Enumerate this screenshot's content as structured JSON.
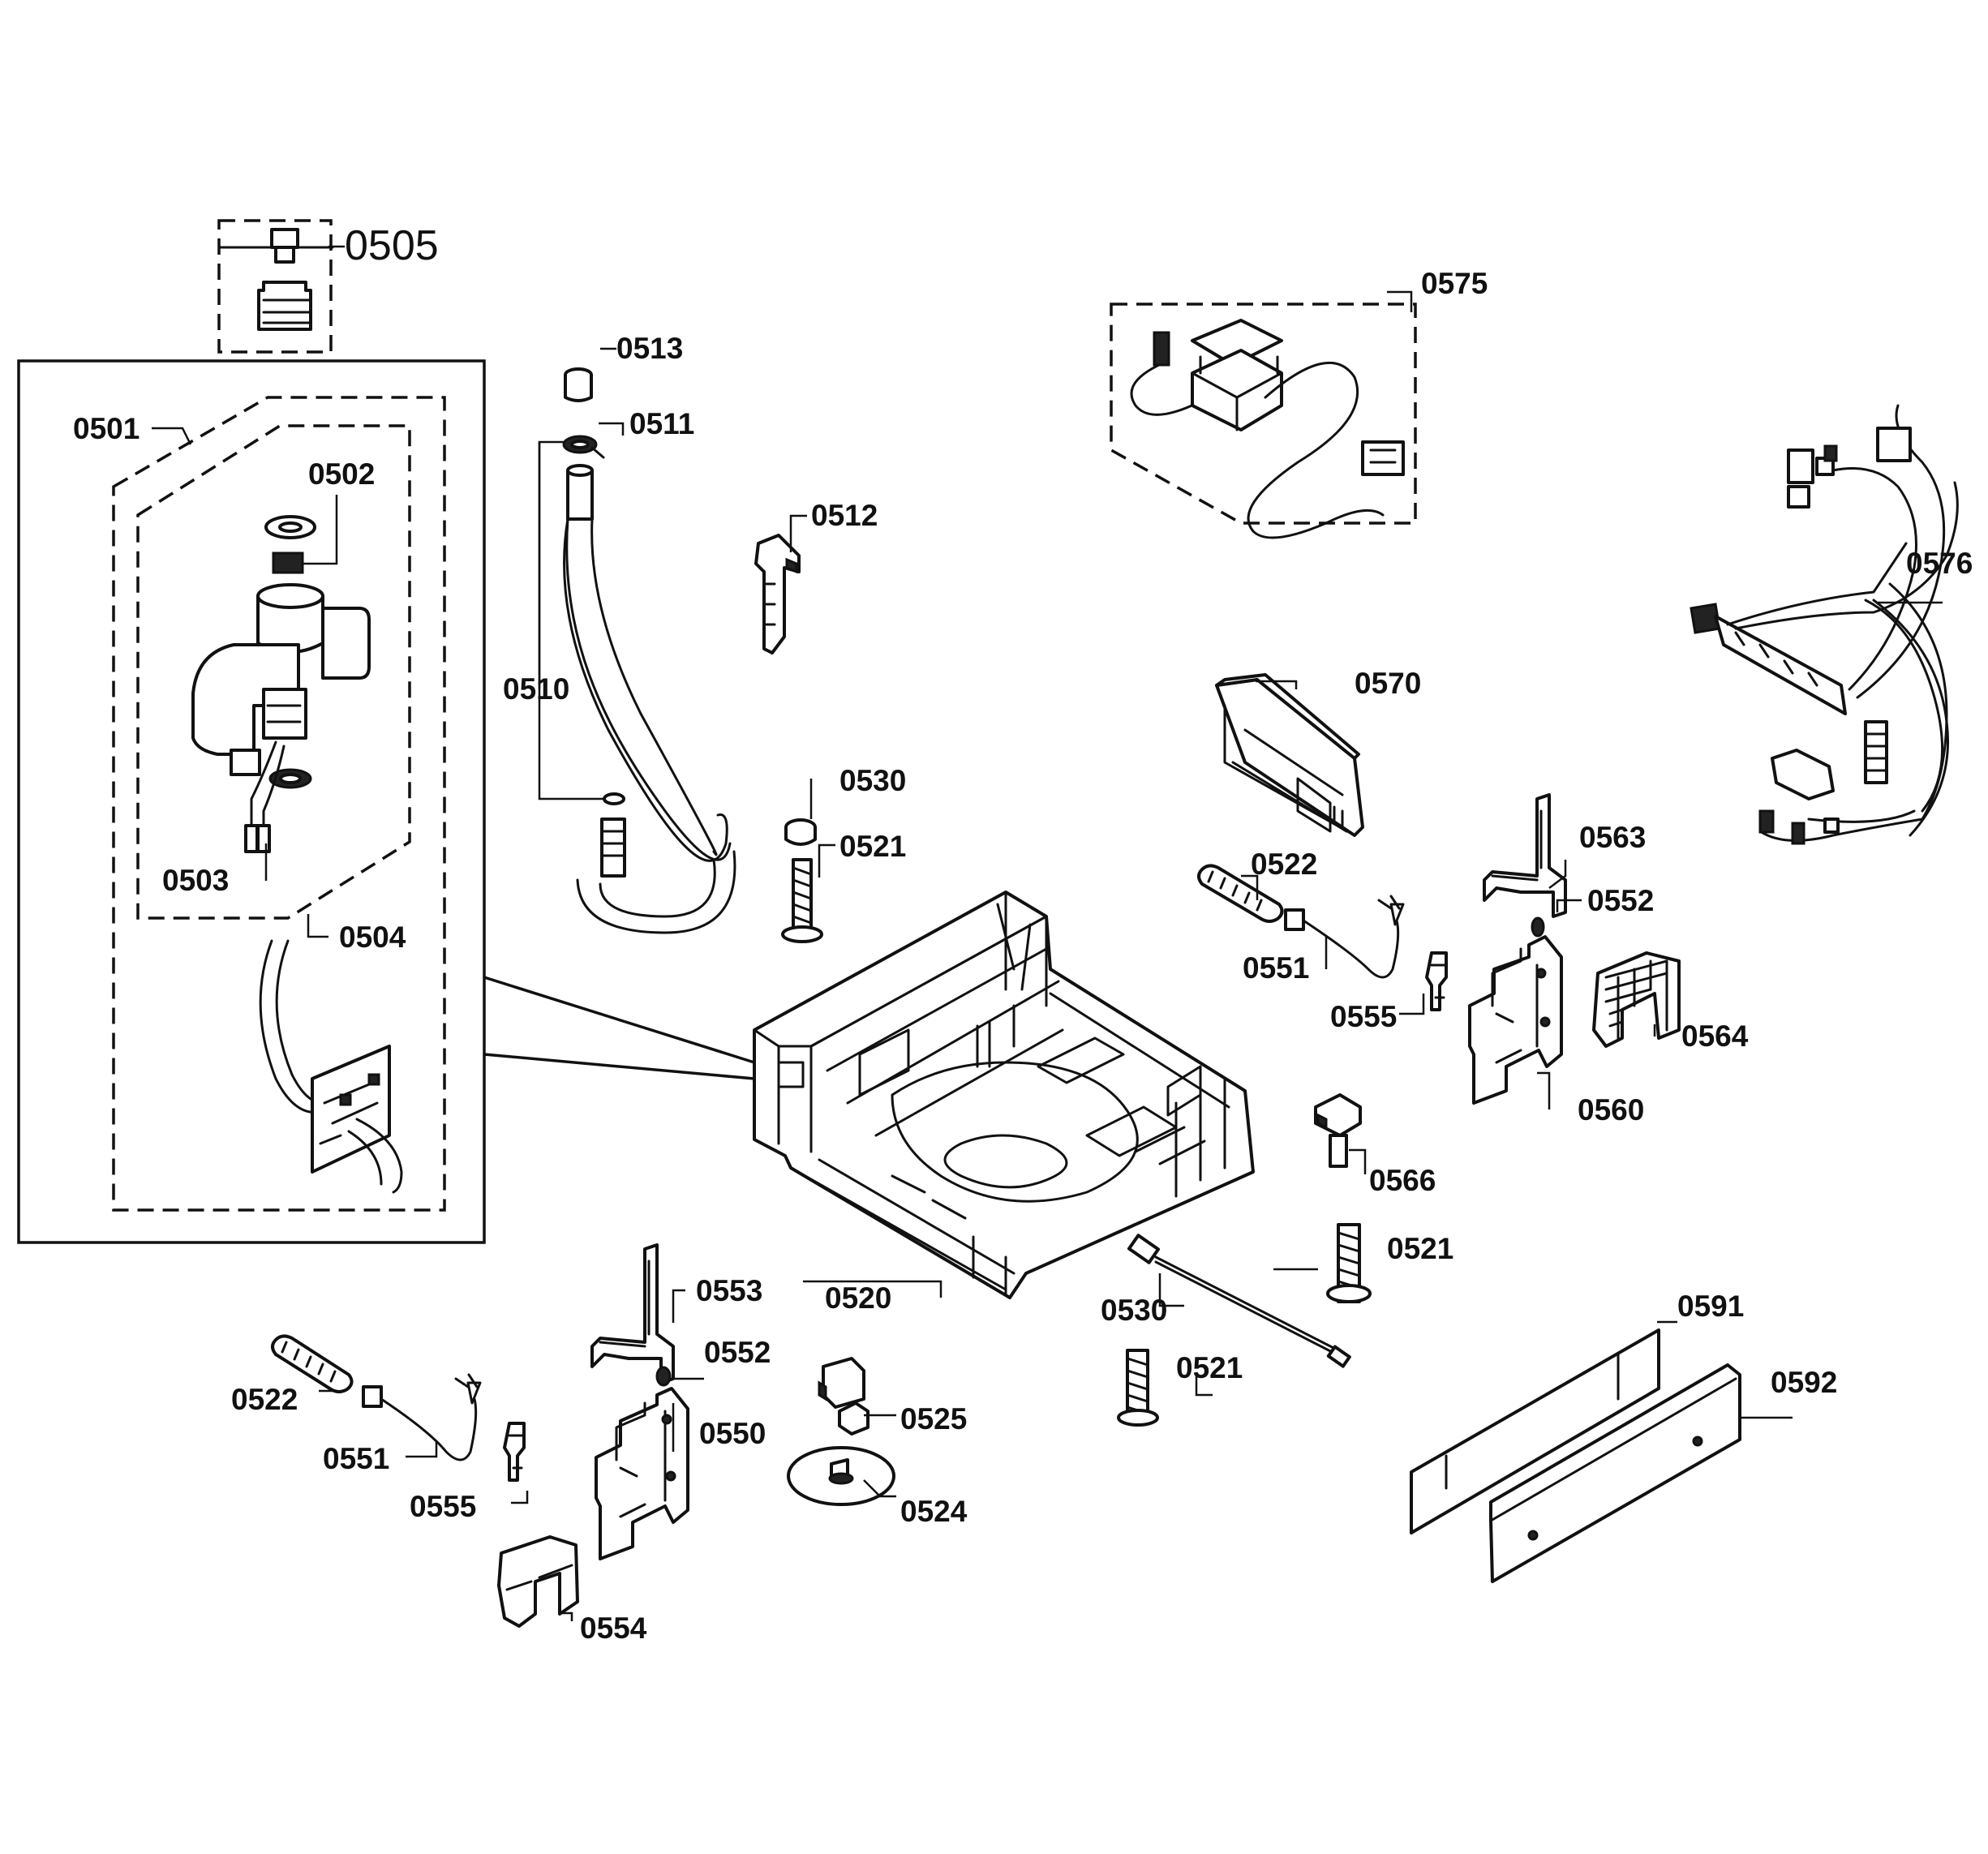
{
  "callouts": {
    "c0501": "0501",
    "c0502": "0502",
    "c0503": "0503",
    "c0504": "0504",
    "c0505": "0505",
    "c0510": "0510",
    "c0511": "0511",
    "c0512": "0512",
    "c0513": "0513",
    "c0520": "0520",
    "c0521_a": "0521",
    "c0521_b": "0521",
    "c0521_c": "0521",
    "c0522_a": "0522",
    "c0522_b": "0522",
    "c0524": "0524",
    "c0525": "0525",
    "c0530_a": "0530",
    "c0530_b": "0530",
    "c0550": "0550",
    "c0551_a": "0551",
    "c0551_b": "0551",
    "c0552_a": "0552",
    "c0552_b": "0552",
    "c0553": "0553",
    "c0554": "0554",
    "c0555_a": "0555",
    "c0555_b": "0555",
    "c0560": "0560",
    "c0563": "0563",
    "c0564": "0564",
    "c0566": "0566",
    "c0570": "0570",
    "c0575": "0575",
    "c0576": "0576",
    "c0591": "0591",
    "c0592": "0592"
  }
}
